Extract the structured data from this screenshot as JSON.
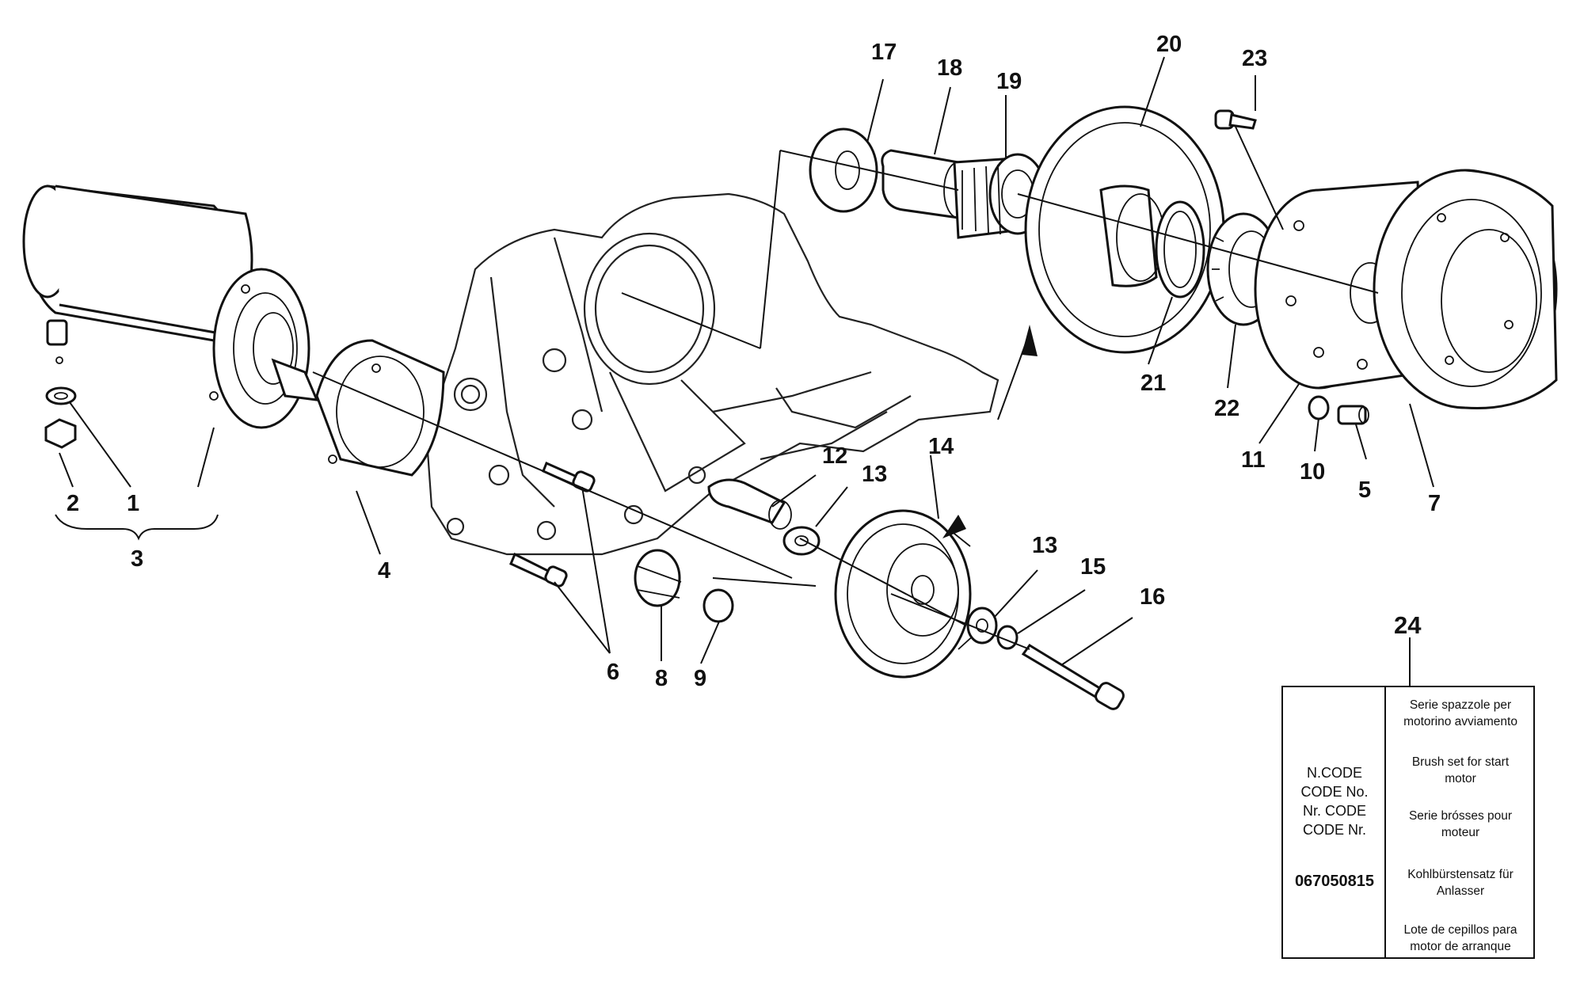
{
  "callouts": {
    "c1": "1",
    "c2": "2",
    "c3": "3",
    "c4": "4",
    "c5": "5",
    "c6": "6",
    "c7": "7",
    "c8": "8",
    "c9": "9",
    "c10": "10",
    "c11": "11",
    "c12": "12",
    "c13a": "13",
    "c13b": "13",
    "c14": "14",
    "c15": "15",
    "c16": "16",
    "c17": "17",
    "c18": "18",
    "c19": "19",
    "c20": "20",
    "c21": "21",
    "c22": "22",
    "c23": "23",
    "c24": "24"
  },
  "kit_card": {
    "code_lines": [
      "N.CODE",
      "CODE No.",
      "Nr. CODE",
      "CODE Nr."
    ],
    "part_number": "067050815",
    "descriptions": [
      [
        "Serie spazzole per",
        "motorino avviamento"
      ],
      [
        "Brush set for start",
        "motor"
      ],
      [
        "Serie brósses pour",
        "moteur"
      ],
      [
        "Kohlbürstensatz für",
        "Anlasser"
      ],
      [
        "Lote de cepillos para",
        "motor de arranque"
      ]
    ]
  }
}
